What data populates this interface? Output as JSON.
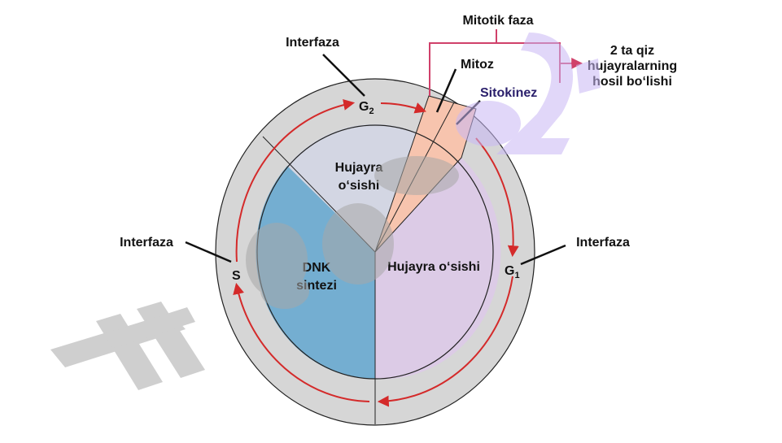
{
  "labels": {
    "mitotic_phase": "Mitotik faza",
    "daughter_cells_line1": "2 ta qiz",
    "daughter_cells_line2": "hujayralarning",
    "daughter_cells_line3": "hosil bo‘lishi",
    "interphase_top": "Interfaza",
    "interphase_left": "Interfaza",
    "interphase_right": "Interfaza",
    "mitosis": "Mitoz",
    "cytokinesis": "Sitokinez",
    "g2": "G",
    "g2_sub": "2",
    "g1": "G",
    "g1_sub": "1",
    "s": "S",
    "growth_top_line1": "Hujayra",
    "growth_top_line2": "o‘sishi",
    "dna_line1": "DNK",
    "dna_line2": "sintezi",
    "growth_right": "Hujayra o‘sishi"
  },
  "colors": {
    "outer_ring": "#d6d6d6",
    "g2_sector": "#d3d6e3",
    "s_sector": "#74aed1",
    "g1_sector": "#dccbe6",
    "mitosis_wedge": "#f7c4ae",
    "arrow": "#d42a2a",
    "connector": "#d0406a",
    "watermark_gray": "#b9b9b9",
    "watermark_purple": "#c9b8f5"
  }
}
